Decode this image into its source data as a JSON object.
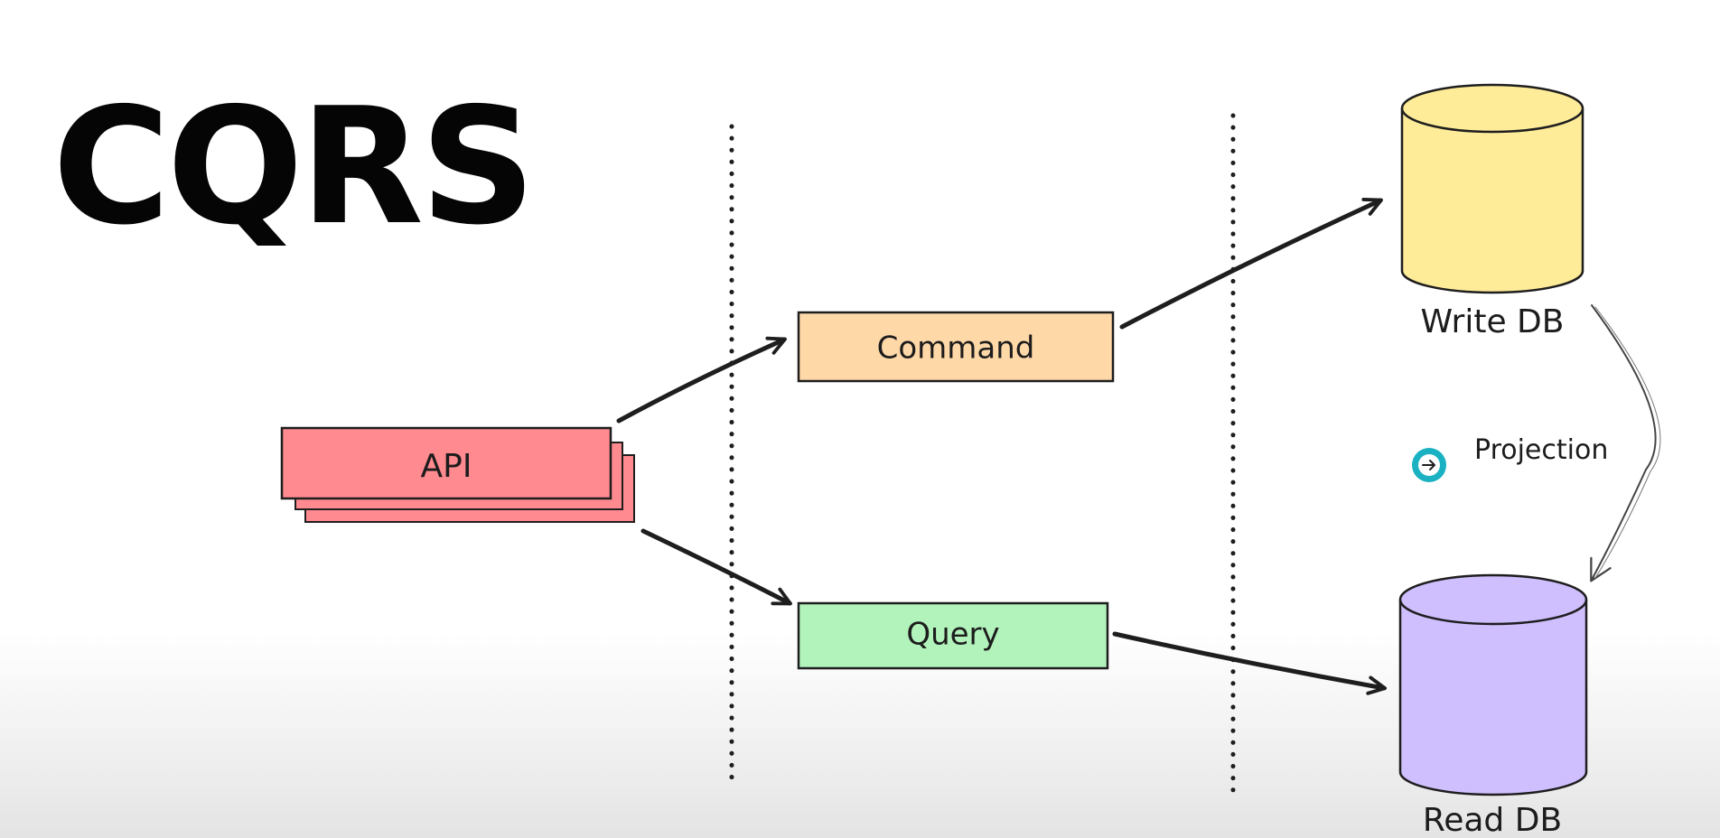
{
  "title": "CQRS",
  "nodes": {
    "api": {
      "label": "API",
      "color": "#ff8a8f"
    },
    "command": {
      "label": "Command",
      "color": "#ffd8a8"
    },
    "query": {
      "label": "Query",
      "color": "#b2f2bb"
    },
    "write_db": {
      "label": "Write DB",
      "color": "#ffec99"
    },
    "read_db": {
      "label": "Read DB",
      "color": "#d0bfff"
    }
  },
  "edges": {
    "projection": {
      "label": "Projection"
    }
  },
  "colors": {
    "stroke": "#1e1e1e",
    "cursor_dot": "#1ab2c2"
  },
  "icons": {
    "cursor_dot": "arrow-right-icon"
  }
}
